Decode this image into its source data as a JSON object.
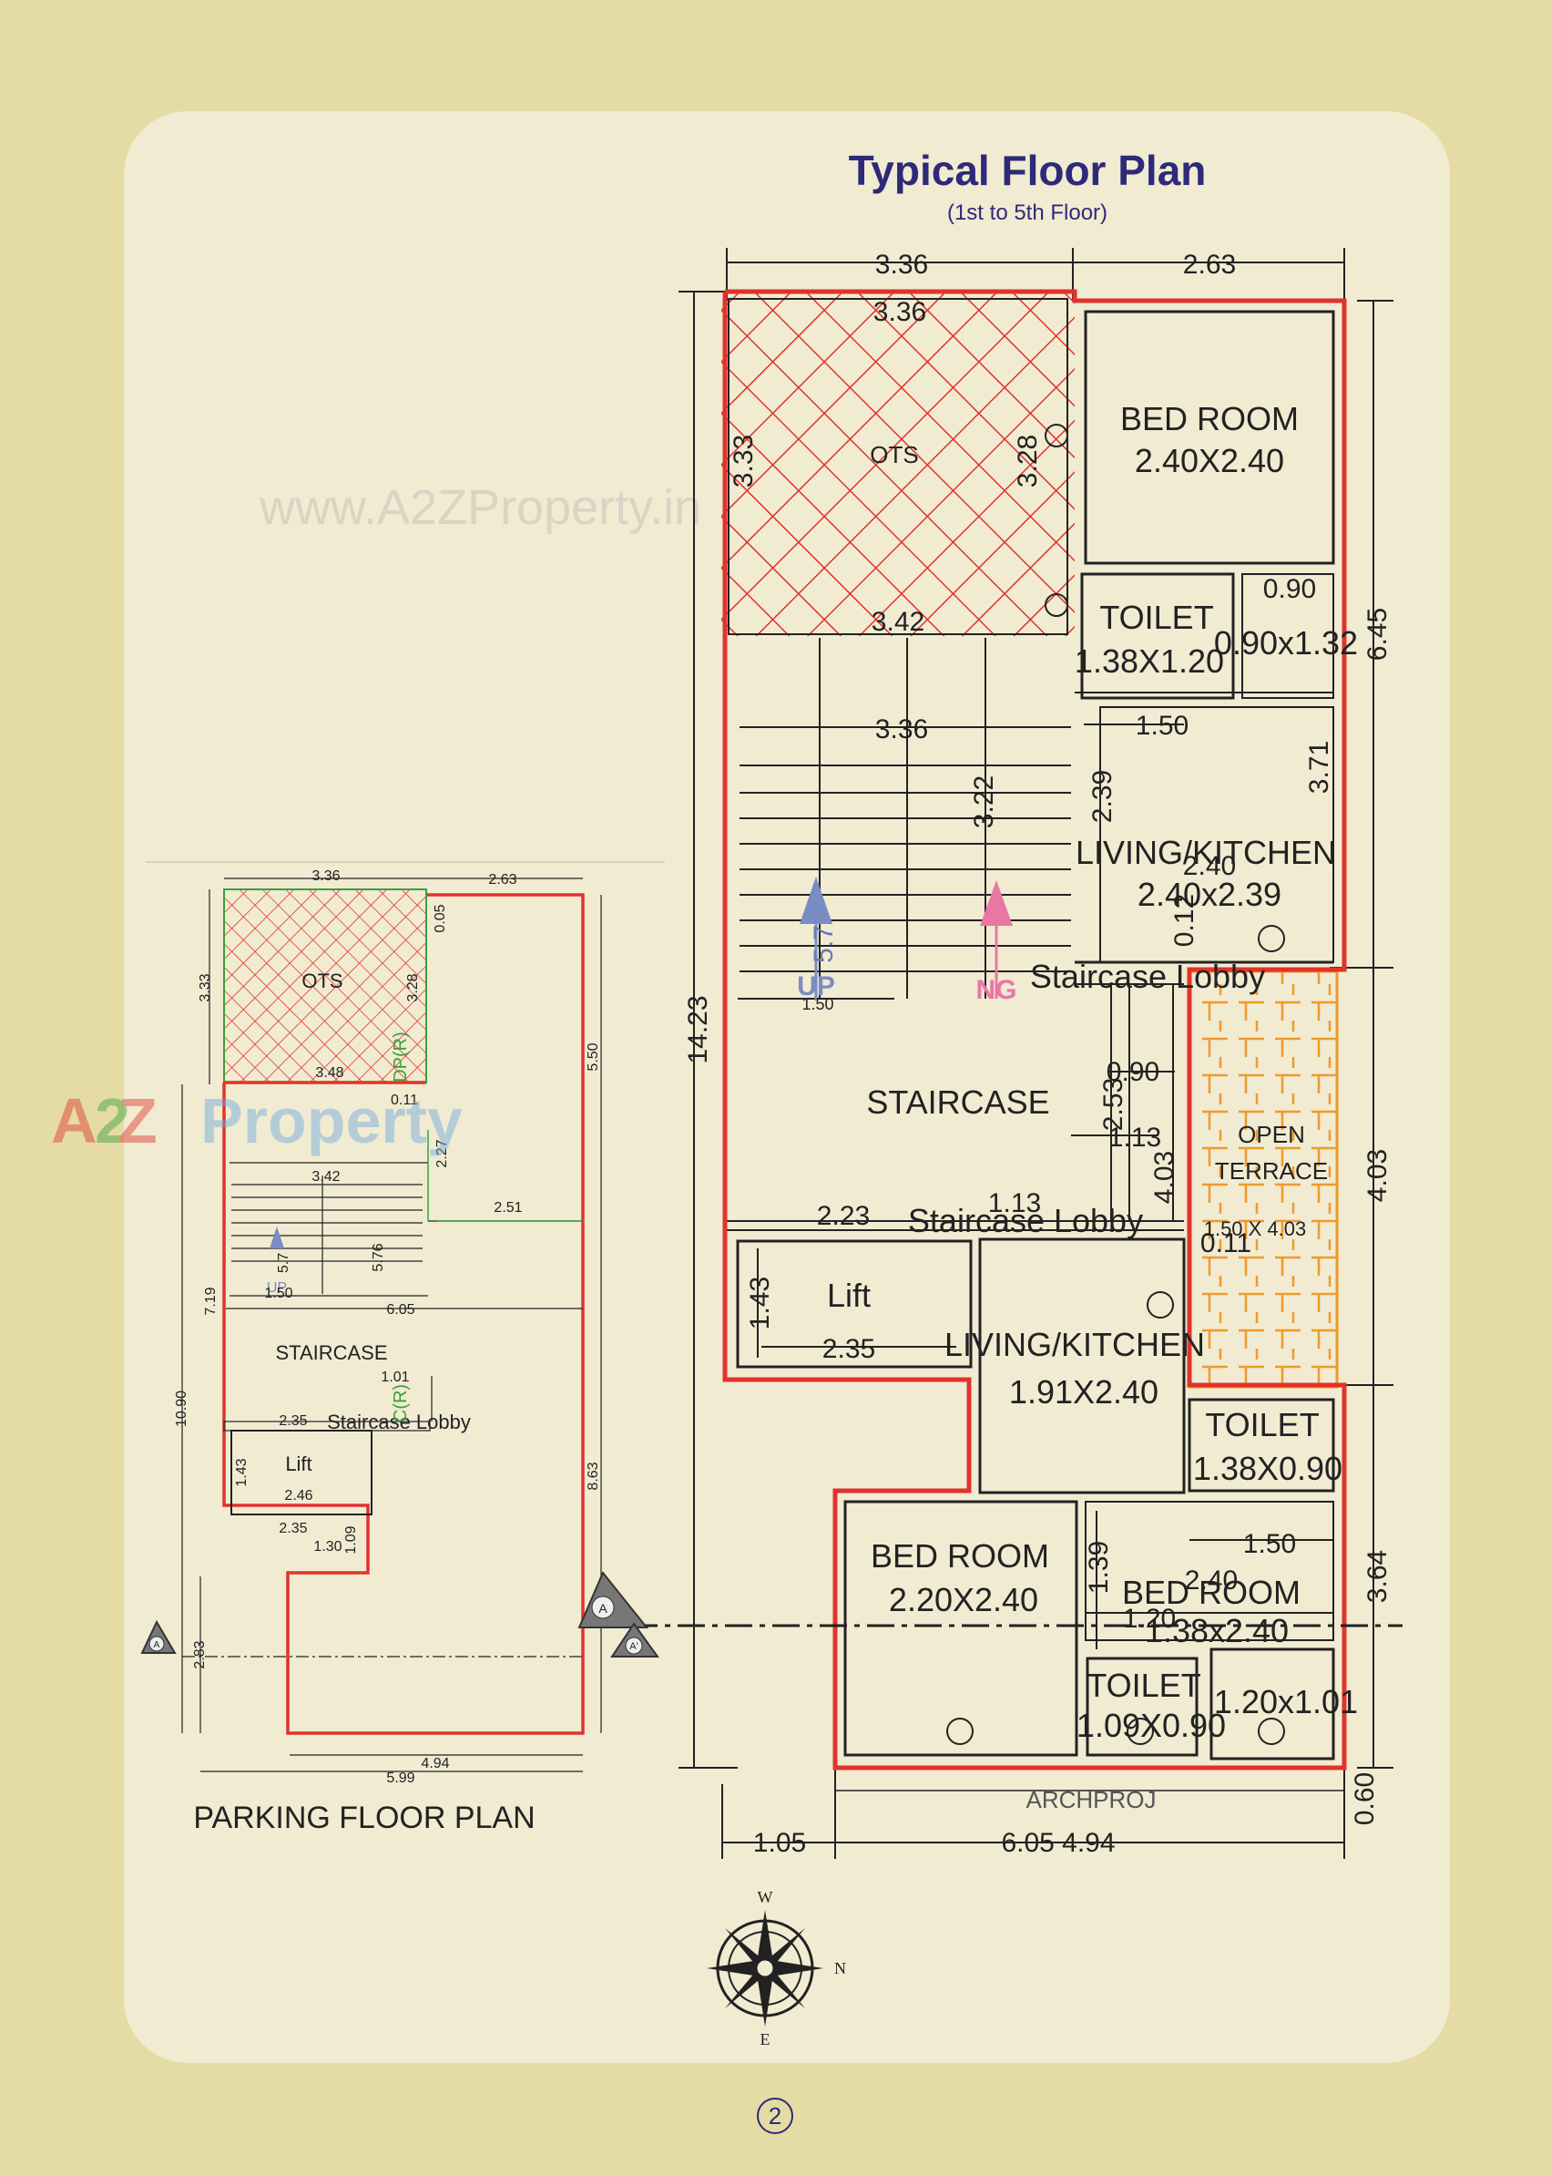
{
  "title": "Typical Floor Plan",
  "subtitle": "(1st to 5th Floor)",
  "page_number": "2",
  "watermarks": {
    "url": "www.A2ZProperty.in",
    "brand_a": "A",
    "brand_2": "2",
    "brand_z": "Z",
    "brand_property": "Property"
  },
  "typical_plan": {
    "rooms": {
      "ots": "OTS",
      "bed_room_1": "BED ROOM",
      "bed_room_1_size": "2.40X2.40",
      "toilet_1": "TOILET",
      "toilet_1_size": "1.38X1.20",
      "toilet_small_size": "0.90x1.32",
      "living_kitchen_1": "LIVING/KITCHEN",
      "living_kitchen_1_size": "2.40x2.39",
      "staircase_lobby_top": "Staircase Lobby",
      "staircase": "STAIRCASE",
      "open_terrace_1": "OPEN",
      "open_terrace_2": "TERRACE",
      "open_terrace_size": "1.50 X 4.03",
      "staircase_lobby_bottom": "Staircase Lobby",
      "lift": "Lift",
      "living_kitchen_2": "LIVING/KITCHEN",
      "living_kitchen_2_size": "1.91X2.40",
      "toilet_2": "TOILET",
      "toilet_2_size": "1.38X0.90",
      "bed_room_2": "BED ROOM",
      "bed_room_2_size": "2.20X2.40",
      "bed_room_3": "BED ROOM",
      "bed_room_3_size": "1.38x2.40",
      "toilet_3": "TOILET",
      "toilet_3_size": "1.09X0.90",
      "toilet_4_size": "1.20x1.01",
      "up": "UP",
      "ng": "NG",
      "archproj": "ARCHPROJ"
    },
    "dims": {
      "top_left": "3.36",
      "top_right": "2.63",
      "ots_top": "3.36",
      "ots_left": "3.33",
      "ots_right": "3.28",
      "ots_bottom": "3.42",
      "stair_width": "3.36",
      "stair_right": "3.22",
      "stair_mid": "5.7",
      "stair_landing": "1.50",
      "d090a": "0.90",
      "d150a": "1.50",
      "d371": "3.71",
      "d239": "2.39",
      "d240a": "2.40",
      "d012": "0.12",
      "d645": "6.45",
      "d1423": "14.23",
      "d090b": "0.90",
      "d253": "2.53",
      "d113a": "1.13",
      "d403a": "4.03",
      "d403b": "4.03",
      "d223": "2.23",
      "d113b": "1.13",
      "d011": "0.11",
      "d143": "1.43",
      "d235": "2.35",
      "d150b": "1.50",
      "d240b": "2.40",
      "d139": "1.39",
      "d120": "1.20",
      "d364": "3.64",
      "d060": "0.60",
      "bottom_left": "1.05",
      "bottom_right": "6.05 4.94"
    }
  },
  "parking_plan": {
    "title": "PARKING FLOOR PLAN",
    "labels": {
      "ots": "OTS",
      "staircase": "STAIRCASE",
      "staircase_lobby": "Staircase Lobby",
      "lift": "Lift",
      "up": "UP",
      "dp": "DP(R)",
      "cr": "C(R)"
    },
    "dims": {
      "d336": "3.36",
      "d263": "2.63",
      "d005": "0.05",
      "d333": "3.33",
      "d328": "3.28",
      "d348": "3.48",
      "d011": "0.11",
      "d550": "5.50",
      "d342": "3.42",
      "d227": "2.27",
      "d251": "2.51",
      "d57": "5.7",
      "d576": "5.76",
      "d150": "1.50",
      "d719": "7.19",
      "d605": "6.05",
      "d1090": "10.90",
      "d101": "1.01",
      "d235a": "2.35",
      "d143": "1.43",
      "d246": "2.46",
      "d863": "8.63",
      "d235b": "2.35",
      "d130": "1.30",
      "d109": "1.09",
      "d283": "2.83",
      "d494": "4.94",
      "d599": "5.99"
    }
  },
  "compass": {
    "w": "W",
    "n": "N",
    "e": "E"
  },
  "markers": {
    "a": "A",
    "a_prime": "A'"
  },
  "colors": {
    "wall_red": "#e0332c",
    "ink": "#222222",
    "title_blue": "#2e2a7a",
    "terrace_orange": "#f09a2a",
    "up_blue": "#7a8cc4",
    "ng_pink": "#e877a4",
    "panel": "#f1ebd2",
    "page_bg": "#e4dca4"
  }
}
